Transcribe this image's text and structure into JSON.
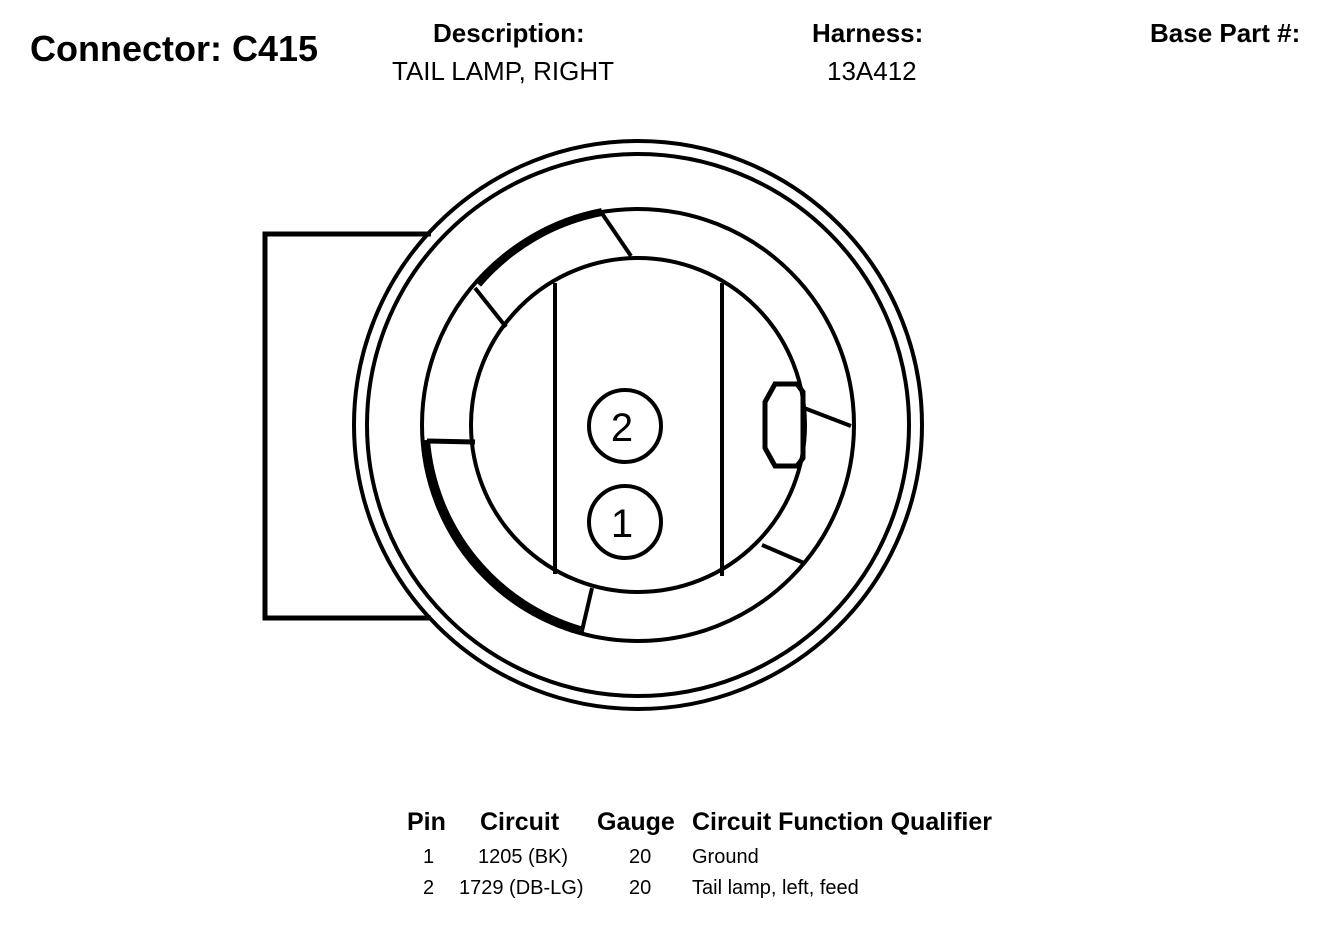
{
  "header": {
    "connector_title": "Connector: C415",
    "description_label": "Description:",
    "description_value": "TAIL LAMP, RIGHT",
    "harness_label": "Harness:",
    "harness_value": "13A412",
    "base_part_label": "Base Part #:"
  },
  "connector": {
    "pins": [
      "2",
      "1"
    ]
  },
  "table": {
    "headers": [
      "Pin",
      "Circuit",
      "Gauge",
      "Circuit Function Qualifier"
    ],
    "rows": [
      {
        "pin": "1",
        "circuit": "1205 (BK)",
        "gauge": "20",
        "function": "Ground"
      },
      {
        "pin": "2",
        "circuit": "1729 (DB-LG)",
        "gauge": "20",
        "function": "Tail lamp, left, feed"
      }
    ]
  }
}
